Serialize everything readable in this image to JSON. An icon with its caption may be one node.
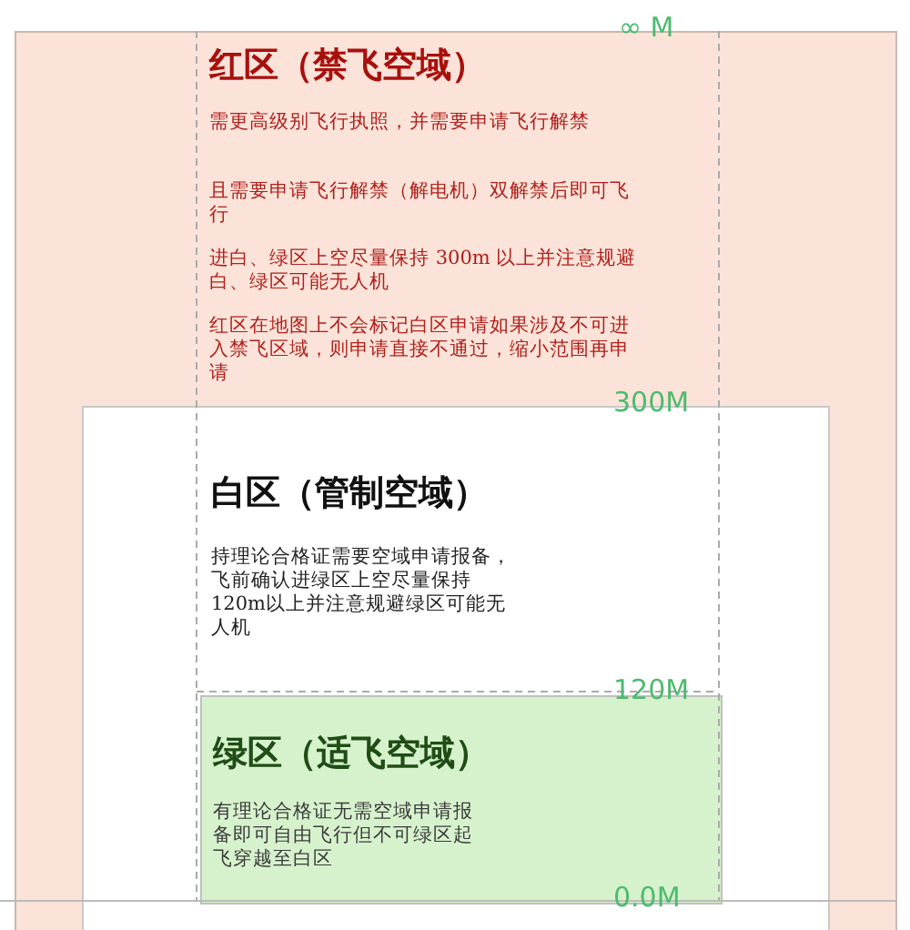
{
  "diagram": {
    "nodes": [
      {
        "text": [
          "红区（禁飞空域）",
          "需更高级别飞行执照，并需要申请飞行解禁",
          "且需要申请飞行解禁（解电机）双解禁后即可飞行",
          "进白、绿区上空尽量保持 300m 以上并注意规避白、绿区可能无人机",
          "红区在地图上不会标记白区申请如果涉及不可进入禁飞区域，则申请直接不通过，缩小范围再申请"
        ]
      },
      {
        "text": [
          "白区（管制空域）",
          "持理论合格证需要空域申请报备，飞前确认进绿区上空尽量保持120m以上并注意规避绿区可能无人机"
        ],
        "in": 0
      },
      {
        "text": [
          "绿区（适飞空域）",
          "有理论合格证无需空域申请报备即可自由飞行但不可绿区起飞穿越至白区"
        ],
        "in": 1
      }
    ],
    "labels": [
      "∞ M",
      "300M",
      "120M",
      "0.0M"
    ]
  }
}
